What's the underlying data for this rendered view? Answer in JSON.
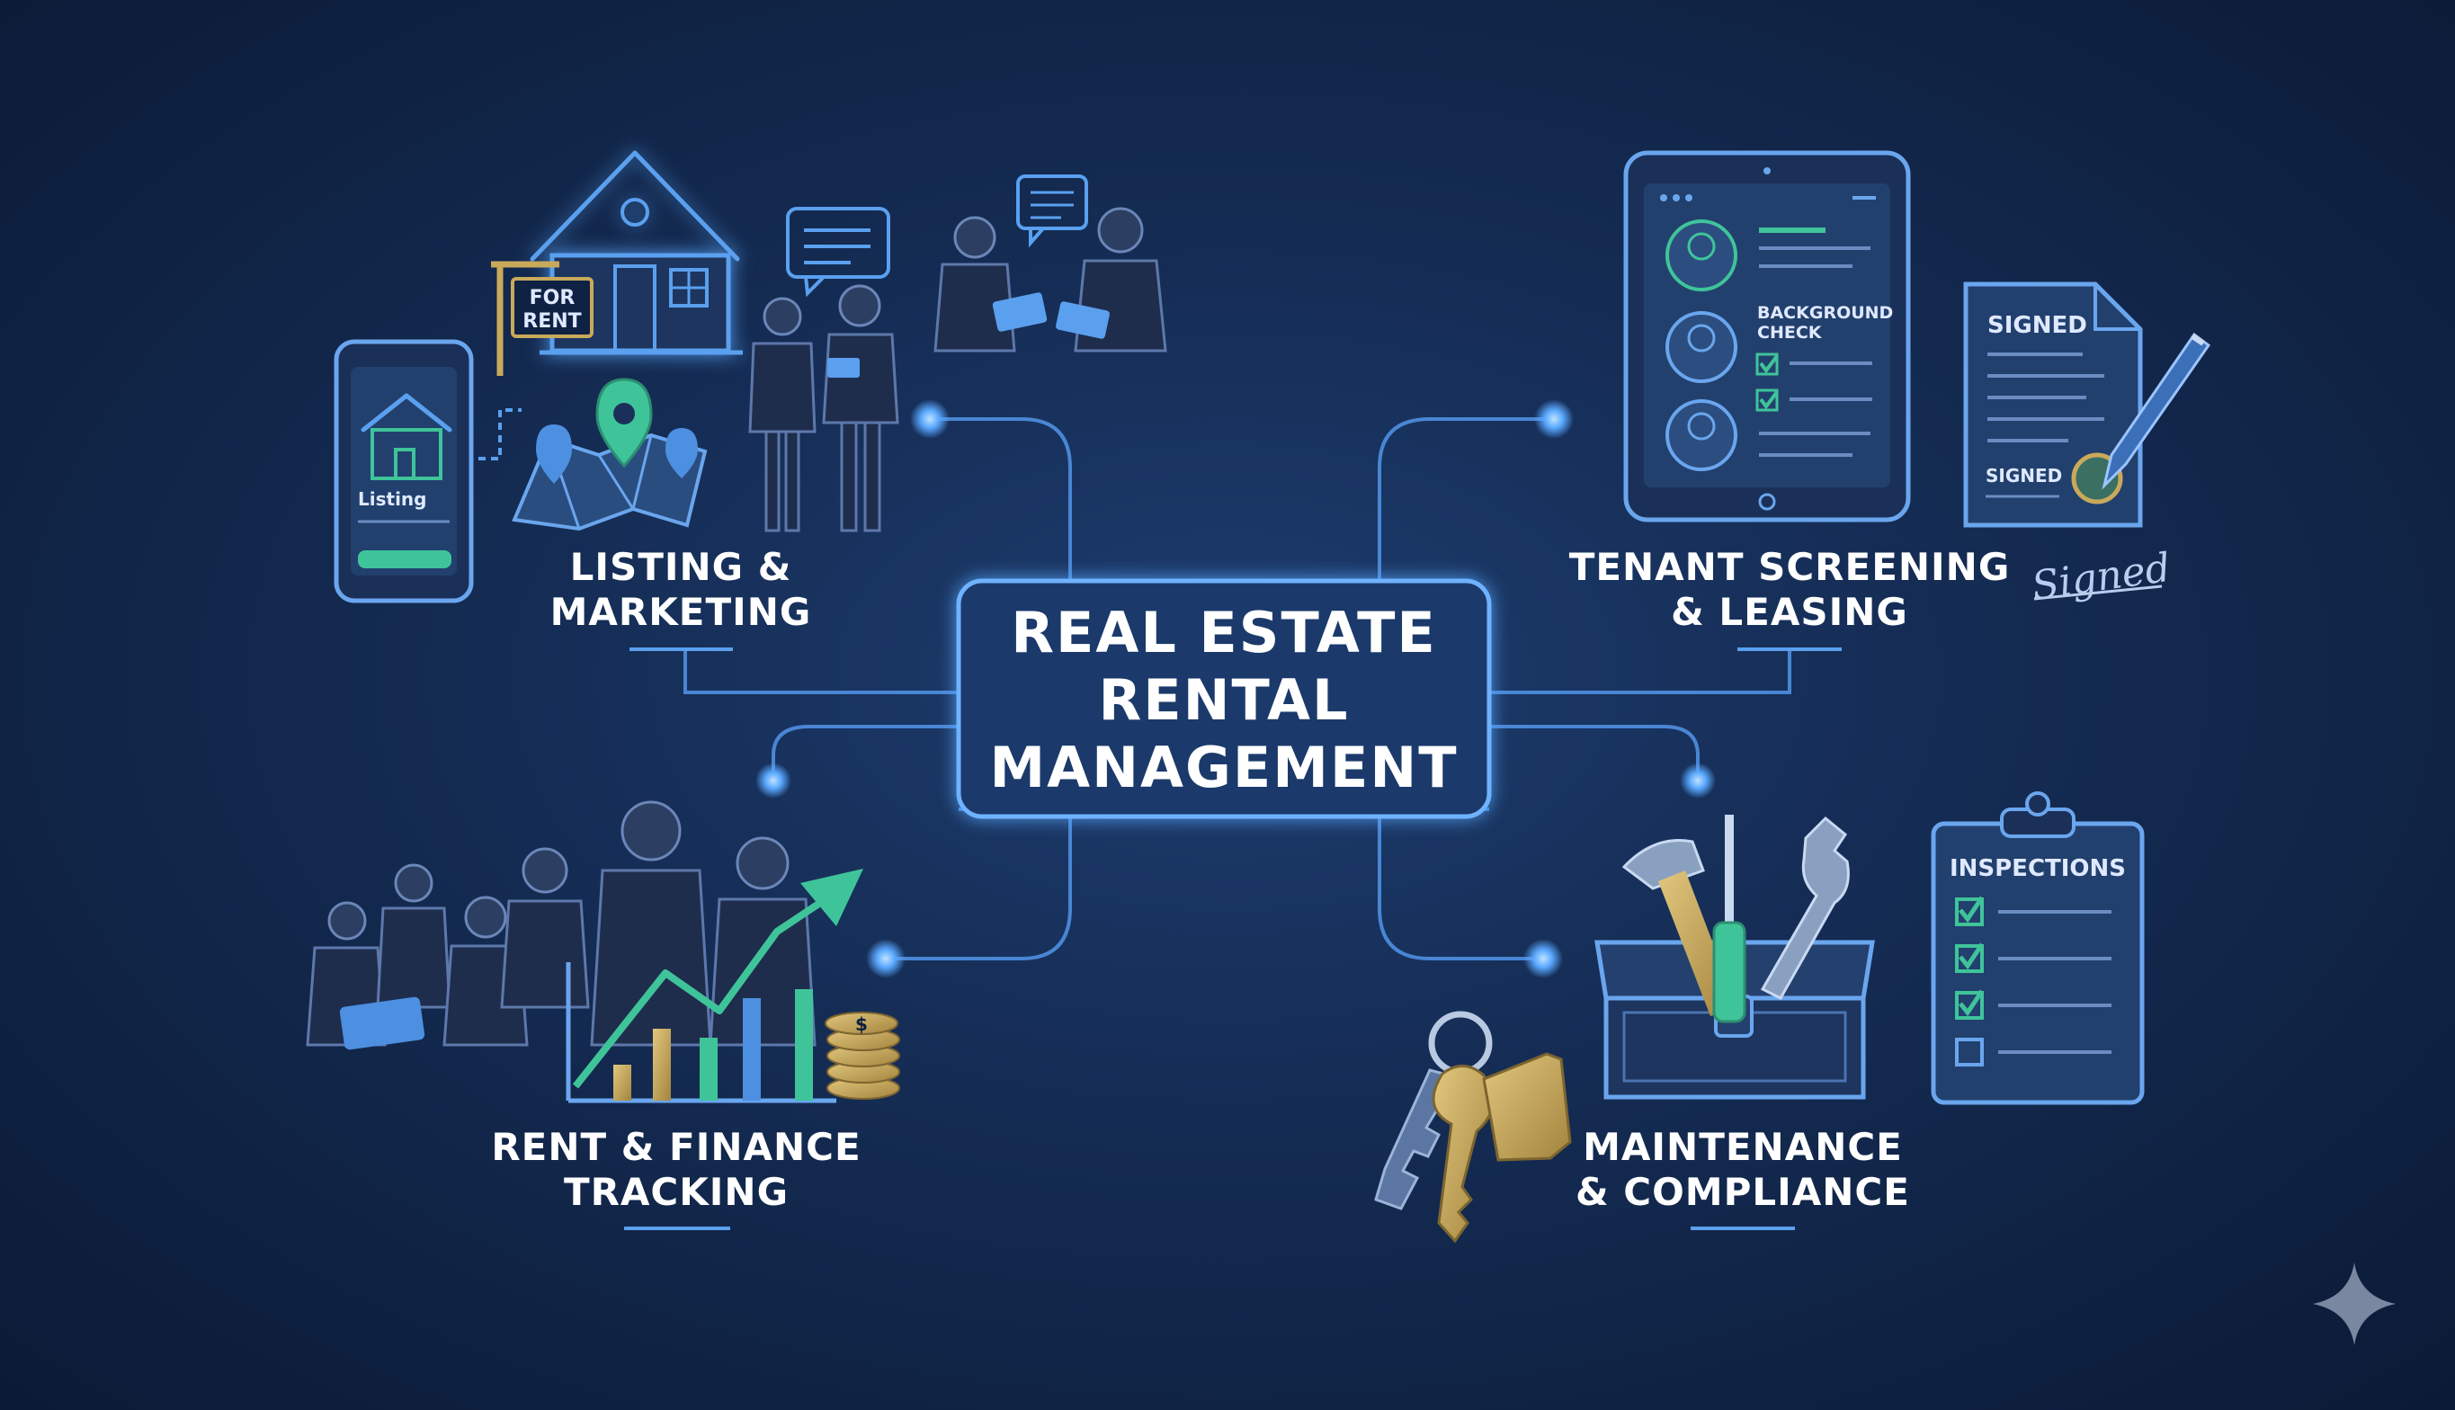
{
  "center": {
    "line1": "REAL ESTATE",
    "line2": "RENTAL",
    "line3": "MANAGEMENT"
  },
  "sections": {
    "listing": {
      "line1": "LISTING &",
      "line2": "MARKETING"
    },
    "tenant": {
      "line1": "TENANT SCREENING",
      "line2": "& LEASING"
    },
    "rent": {
      "line1": "RENT & FINANCE",
      "line2": "TRACKING"
    },
    "maintenance": {
      "line1": "MAINTENANCE",
      "line2": "& COMPLIANCE"
    }
  },
  "illustrations": {
    "for_rent_sign": {
      "line1": "FOR",
      "line2": "RENT"
    },
    "phone_listing_label": "Listing",
    "background_check": {
      "line1": "BACKGROUND",
      "line2": "CHECK"
    },
    "signed_doc_title": "SIGNED",
    "signed_stamp": "SIGNED",
    "signature": "Signed",
    "inspections_title": "INSPECTIONS",
    "coin_symbol": "$"
  },
  "colors": {
    "accent_blue": "#5aa0ef",
    "accent_green": "#3fc49a",
    "gold": "#c9a95a",
    "bg_dark": "#0b1a36"
  }
}
